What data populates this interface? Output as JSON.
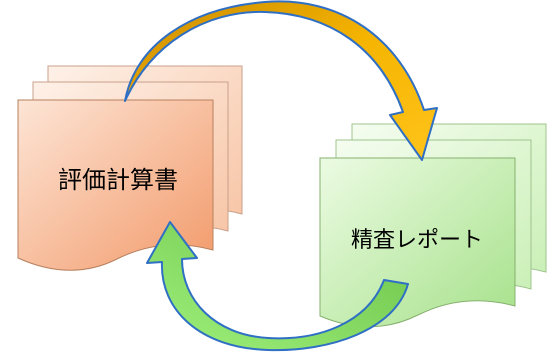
{
  "documents": [
    {
      "id": "evaluation",
      "label": "評価計算書",
      "color": "#f7b58f"
    },
    {
      "id": "review",
      "label": "精査レポート",
      "color": "#b6eb9e"
    }
  ],
  "arrows": [
    {
      "id": "top",
      "from": "evaluation",
      "to": "review",
      "color": "#e0a000"
    },
    {
      "id": "bottom",
      "from": "review",
      "to": "evaluation",
      "color": "#7ed957"
    }
  ]
}
